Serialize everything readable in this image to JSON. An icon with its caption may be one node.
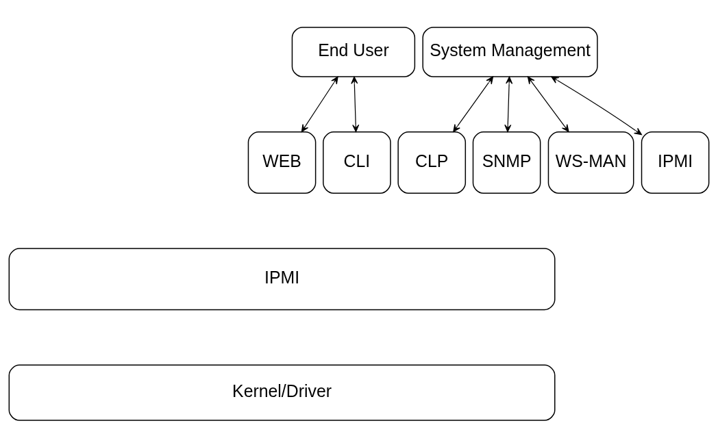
{
  "diagram": {
    "nodes": [
      {
        "text": [
          "End User"
        ]
      },
      {
        "text": [
          "System Management"
        ]
      },
      {
        "text": [
          "WEB"
        ]
      },
      {
        "text": [
          "CLI"
        ]
      },
      {
        "text": [
          "CLP"
        ]
      },
      {
        "text": [
          "SNMP"
        ]
      },
      {
        "text": [
          "WS-MAN"
        ]
      },
      {
        "text": [
          "IPMI"
        ]
      },
      {
        "text": [
          "IPMI"
        ]
      },
      {
        "text": [
          "Kernel/Driver"
        ]
      }
    ],
    "edges": [
      {
        "from": 0,
        "to": 2,
        "arrow": "both"
      },
      {
        "from": 0,
        "to": 3,
        "arrow": "both"
      },
      {
        "from": 1,
        "to": 4,
        "arrow": "both"
      },
      {
        "from": 1,
        "to": 5,
        "arrow": "both"
      },
      {
        "from": 1,
        "to": 6,
        "arrow": "both"
      },
      {
        "from": 1,
        "to": 7,
        "arrow": "both"
      }
    ]
  }
}
